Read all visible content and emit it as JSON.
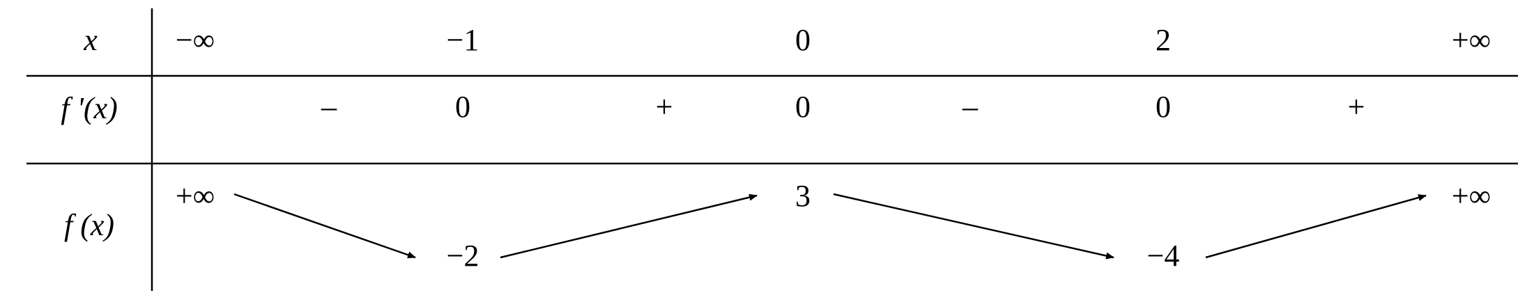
{
  "table": {
    "row_labels": {
      "x": "x",
      "derivative": "f '(x)",
      "function": "f (x)"
    },
    "x_values": [
      "−∞",
      "−1",
      "0",
      "2",
      "+∞"
    ],
    "derivative_signs": [
      "–",
      "0",
      "+",
      "0",
      "–",
      "0",
      "+"
    ],
    "function_values": [
      "+∞",
      "−2",
      "3",
      "−4",
      "+∞"
    ],
    "variation": [
      "decreasing",
      "increasing",
      "decreasing",
      "increasing"
    ]
  }
}
